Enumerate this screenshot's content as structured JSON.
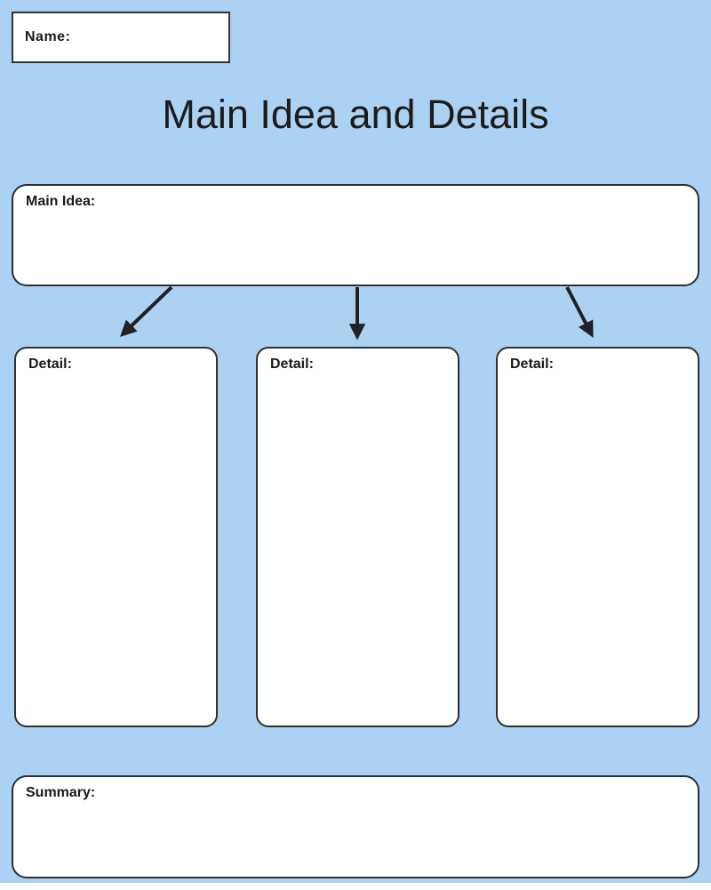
{
  "page": {
    "title": "Main Idea and Details"
  },
  "name_box": {
    "label": "Name:",
    "value": ""
  },
  "main_idea_box": {
    "label": "Main Idea:",
    "value": ""
  },
  "detail_boxes": [
    {
      "label": "Detail:",
      "value": ""
    },
    {
      "label": "Detail:",
      "value": ""
    },
    {
      "label": "Detail:",
      "value": ""
    }
  ],
  "summary_box": {
    "label": "Summary:",
    "value": ""
  },
  "arrows": [
    {
      "name": "arrow-to-detail-1",
      "direction": "down-left"
    },
    {
      "name": "arrow-to-detail-2",
      "direction": "down"
    },
    {
      "name": "arrow-to-detail-3",
      "direction": "down-right"
    }
  ],
  "colors": {
    "background": "#abd2f2",
    "box_fill": "#ffffff",
    "border": "#2f2f2f",
    "arrow": "#222222",
    "text": "#1a1a1a"
  }
}
